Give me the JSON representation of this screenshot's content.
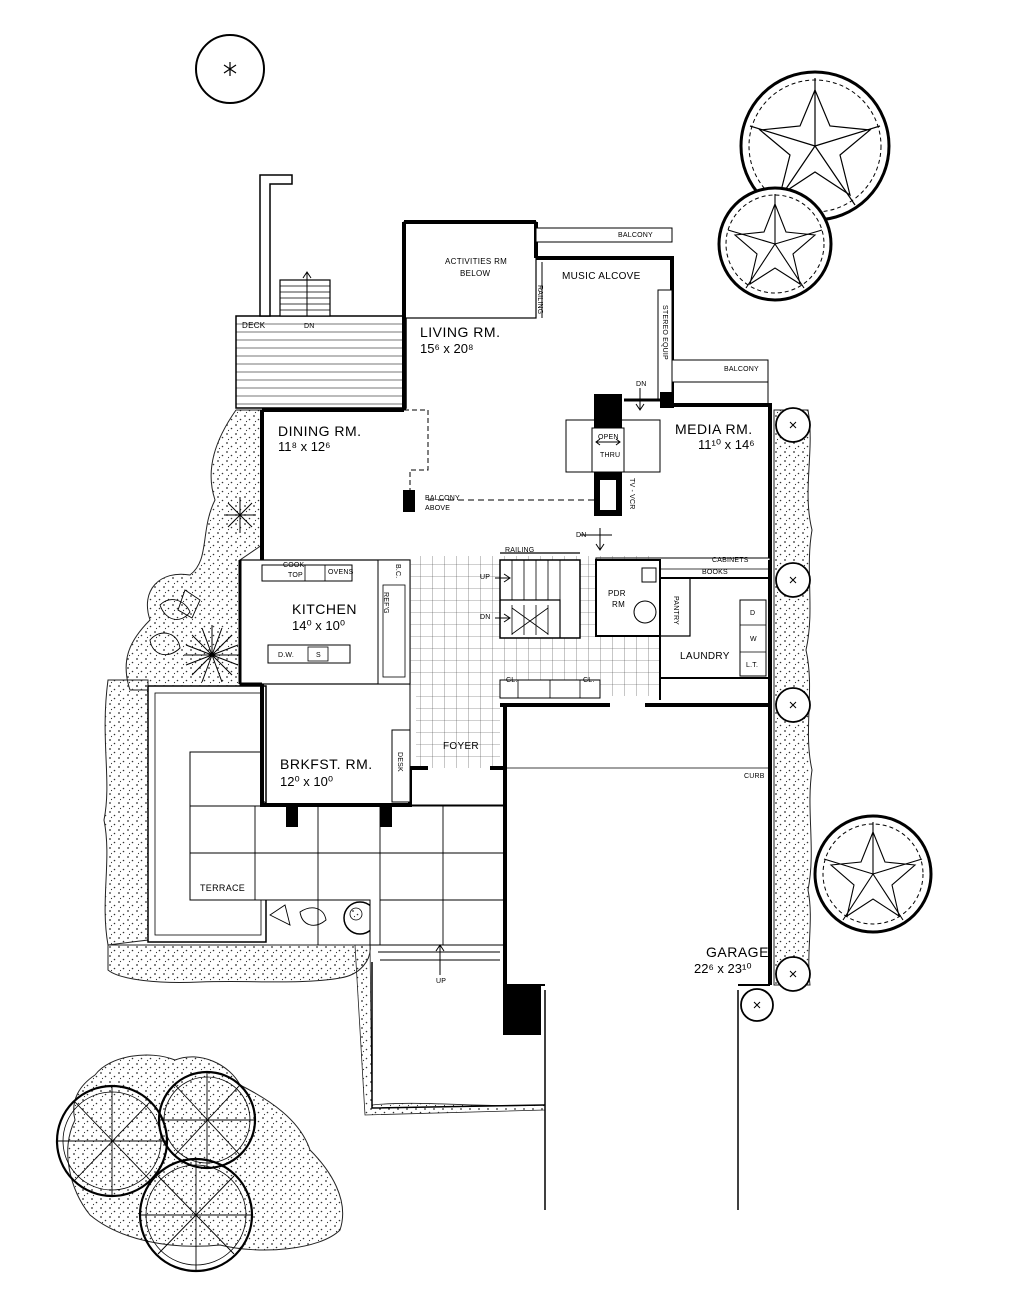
{
  "rooms": {
    "living": {
      "name": "LIVING  RM.",
      "size": "15⁶ x 20⁸"
    },
    "dining": {
      "name": "DINING  RM.",
      "size": "11⁸ x 12⁶"
    },
    "media": {
      "name": "MEDIA  RM.",
      "size": "11¹⁰ x 14⁶"
    },
    "kitchen": {
      "name": "KITCHEN",
      "size": "14⁰ x 10⁰"
    },
    "brkfst": {
      "name": "BRKFST.  RM.",
      "size": "12⁰ x 10⁰"
    },
    "garage": {
      "name": "GARAGE",
      "size": "22⁶ x 23¹⁰"
    },
    "music": {
      "name": "MUSIC  ALCOVE"
    },
    "activities": {
      "line1": "ACTIVITIES  RM",
      "line2": "BELOW"
    },
    "laundry": {
      "name": "LAUNDRY"
    },
    "foyer": {
      "name": "FOYER"
    },
    "terrace": {
      "name": "TERRACE"
    },
    "deck": {
      "name": "DECK"
    },
    "pdr": {
      "line1": "PDR",
      "line2": "RM"
    }
  },
  "labels": {
    "balcony_top": "BALCONY",
    "balcony_media": "BALCONY",
    "balcony_above_1": "BALCONY",
    "balcony_above_2": "ABOVE",
    "railing_vertical": "RAILING",
    "railing_stair": "RAILING",
    "stereo_equip": "STEREO EQUIP",
    "open_1": "OPEN",
    "open_2": "THRU",
    "tv_vcr": "TV - VCR",
    "cabinets": "CABINETS",
    "books": "BOOKS",
    "pantry": "PANTRY",
    "cook_1": "COOK",
    "cook_2": "TOP",
    "ovens": "OVENS",
    "refg": "REF'G",
    "bc": "B.C.",
    "dw": "D.W.",
    "sink": "S",
    "desk": "DESK",
    "curb": "CURB",
    "cl_1": "CL.",
    "cl_2": "CL.",
    "lt": "L.T.",
    "d": "D",
    "w": "W",
    "dn_deck": "DN",
    "dn_living": "DN",
    "dn_media": "DN",
    "dn_stair": "DN",
    "up_stair": "UP",
    "up_entry": "UP"
  }
}
